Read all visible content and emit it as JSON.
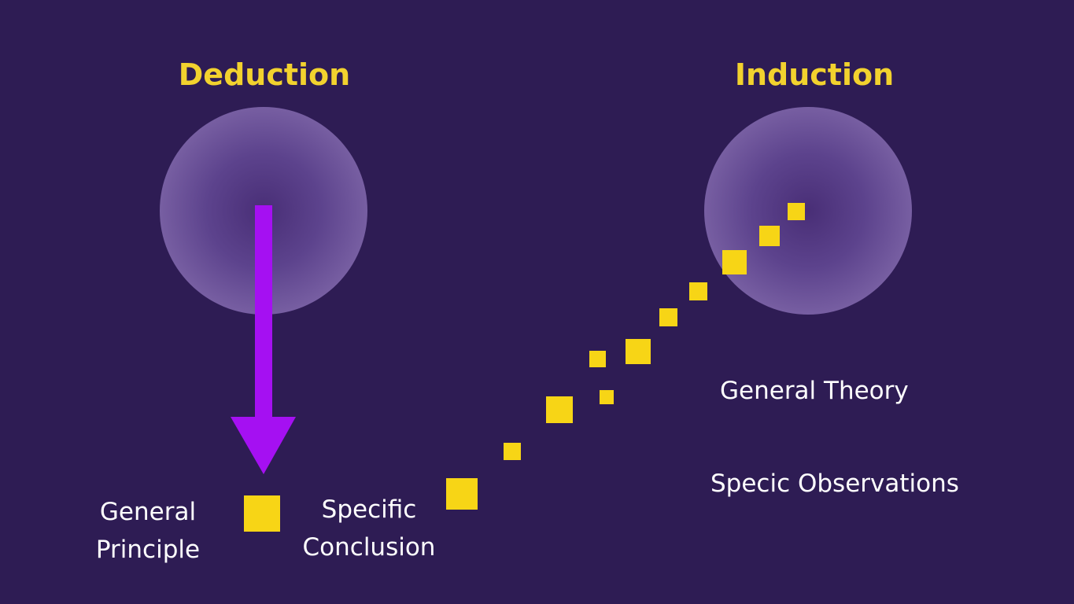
{
  "deduction": {
    "title": "Deduction",
    "label_general": [
      "General",
      "Principle"
    ],
    "label_specific": [
      "Specific",
      "Conclusion"
    ]
  },
  "induction": {
    "title": "Induction",
    "label_theory": "General Theory",
    "label_observations": "Specic Observations"
  },
  "colors": {
    "background": "#2e1c54",
    "accent_yellow": "#f7d516",
    "title_yellow": "#f2d22e",
    "arrow_purple": "#a510f2",
    "circle_fill": "#7b62a6",
    "text_white": "#ffffff"
  }
}
